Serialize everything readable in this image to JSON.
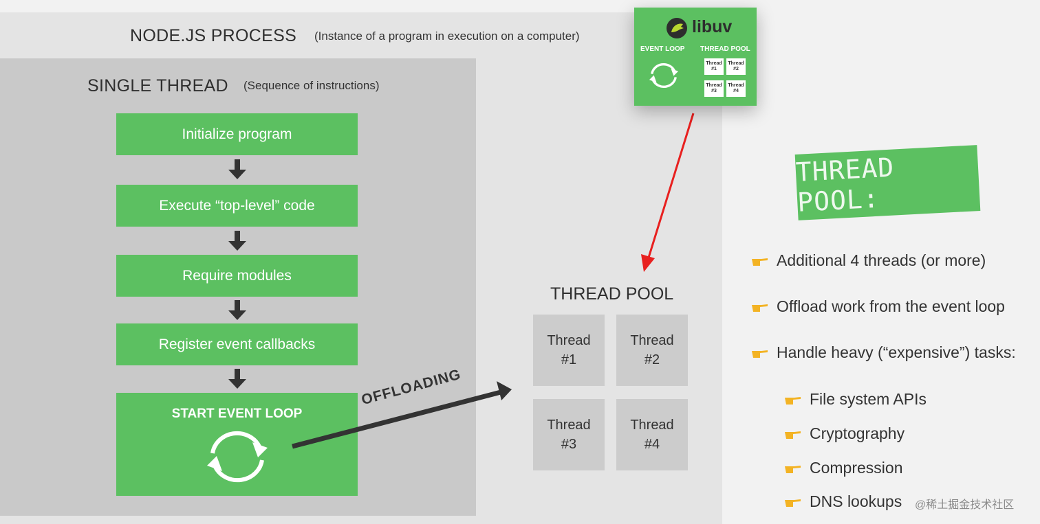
{
  "process": {
    "title": "NODE.JS PROCESS",
    "subtitle": "(Instance of a program in execution on a computer)"
  },
  "single_thread": {
    "title": "SINGLE THREAD",
    "subtitle": "(Sequence of instructions)"
  },
  "steps": [
    "Initialize program",
    "Execute “top-level” code",
    "Require modules",
    "Register event callbacks",
    "START EVENT LOOP"
  ],
  "offloading_label": "OFFLOADING",
  "thread_pool": {
    "title": "THREAD POOL",
    "threads": [
      {
        "name": "Thread",
        "num": "#1"
      },
      {
        "name": "Thread",
        "num": "#2"
      },
      {
        "name": "Thread",
        "num": "#3"
      },
      {
        "name": "Thread",
        "num": "#4"
      }
    ]
  },
  "libuv": {
    "name": "libuv",
    "event_loop_label": "EVENT LOOP",
    "thread_pool_label": "THREAD POOL",
    "threads": [
      {
        "name": "Thread",
        "num": "#1"
      },
      {
        "name": "Thread",
        "num": "#2"
      },
      {
        "name": "Thread",
        "num": "#3"
      },
      {
        "name": "Thread",
        "num": "#4"
      }
    ]
  },
  "heading_stamp": "THREAD POOL:",
  "bullets": [
    "Additional 4 threads (or more)",
    "Offload work from the event loop",
    "Handle heavy (“expensive”) tasks:"
  ],
  "sub_bullets": [
    "File system APIs",
    "Cryptography",
    "Compression",
    "DNS lookups"
  ],
  "watermark": "@稀土掘金技术社区",
  "colors": {
    "green": "#5cc061",
    "red_arrow": "#e8201f",
    "dark_arrow": "#333333",
    "hand": "#f3b324"
  },
  "icons": [
    "pointing-hand-icon",
    "loop-arrows-icon",
    "down-arrow-icon",
    "dinosaur-logo-icon"
  ]
}
